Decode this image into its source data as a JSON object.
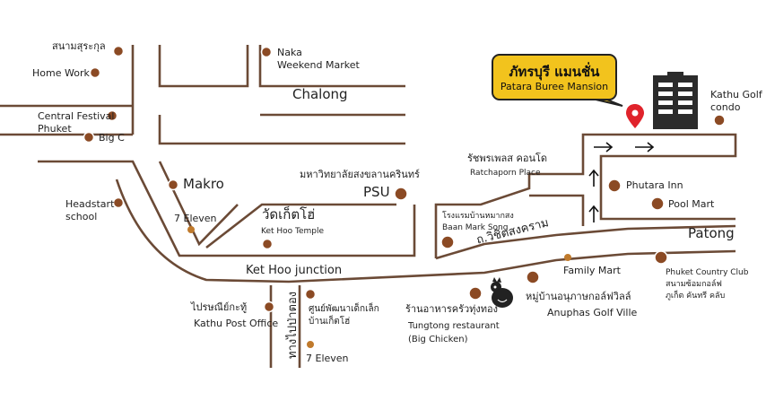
{
  "map": {
    "destination": {
      "name_th": "ภัทรบุรี แมนชั่น",
      "name_en": "Patara Buree Mansion"
    },
    "roads": {
      "chalong": "Chalong",
      "patong": "Patong",
      "ket_hoo_junction": "Ket Hoo junction",
      "vichitsongkram": "ถ.วิชิตสงคราม",
      "to_patong_vertical": "ทางไปป่าตอง"
    },
    "places": [
      {
        "id": "sanam-surakul",
        "label": "สนามสุระกุล"
      },
      {
        "id": "home-work",
        "label": "Home Work"
      },
      {
        "id": "naka-market",
        "label": "Naka\nWeekend Market"
      },
      {
        "id": "central-festival",
        "label": "Central Festival\nPhuket"
      },
      {
        "id": "big-c",
        "label": "Big C"
      },
      {
        "id": "headstart-school",
        "label": "Headstart\nschool"
      },
      {
        "id": "makro",
        "label": "Makro"
      },
      {
        "id": "7eleven-1",
        "label": "7 Eleven"
      },
      {
        "id": "wat-ket-ho",
        "label": "วัดเก็ตโฮ่"
      },
      {
        "id": "ket-hoo-temple",
        "label": "Ket Hoo Temple"
      },
      {
        "id": "psu-th",
        "label": "มหาวิทยาลัยสงขลานครินทร์"
      },
      {
        "id": "psu",
        "label": "PSU"
      },
      {
        "id": "ratchaporn-th",
        "label": "รัชพรเพลส คอนโด"
      },
      {
        "id": "ratchaporn",
        "label": "Ratchaporn Place"
      },
      {
        "id": "baan-mark-song",
        "label": "โรงแรมบ้านหมากสง\nBaan Mark Song"
      },
      {
        "id": "phutara-inn",
        "label": "Phutara Inn"
      },
      {
        "id": "pool-mart",
        "label": "Pool Mart"
      },
      {
        "id": "kathu-golf",
        "label": "Kathu Golf\ncondo"
      },
      {
        "id": "family-mart",
        "label": "Family Mart"
      },
      {
        "id": "phuket-country-club",
        "label": "Phuket Country Club\nสนามซ้อมกอล์ฟ\nภูเก็ต คันทรี คลับ"
      },
      {
        "id": "anuphas-golf-th",
        "label": "หมู่บ้านอนุภาษกอล์ฟวิลล์"
      },
      {
        "id": "anuphas-golf",
        "label": "Anuphas Golf Ville"
      },
      {
        "id": "tungtong-th",
        "label": "ร้านอาหารครัวทุ่งทอง"
      },
      {
        "id": "tungtong",
        "label": "Tungtong restaurant\n(Big Chicken)"
      },
      {
        "id": "kathu-post-th",
        "label": "ไปรษณีย์กะทู้"
      },
      {
        "id": "kathu-post",
        "label": "Kathu Post Office"
      },
      {
        "id": "child-center",
        "label": "ศูนย์พัฒนาเด็กเล็ก\nบ้านเก็ตโฮ่"
      },
      {
        "id": "7eleven-2",
        "label": "7 Eleven"
      }
    ],
    "colors": {
      "road": "#6b4a36",
      "marker": "#8b4a24",
      "marker_small": "#c07a2c",
      "bubble": "#f2c31d",
      "pin": "#e0232b",
      "building": "#2b2b2b"
    }
  }
}
